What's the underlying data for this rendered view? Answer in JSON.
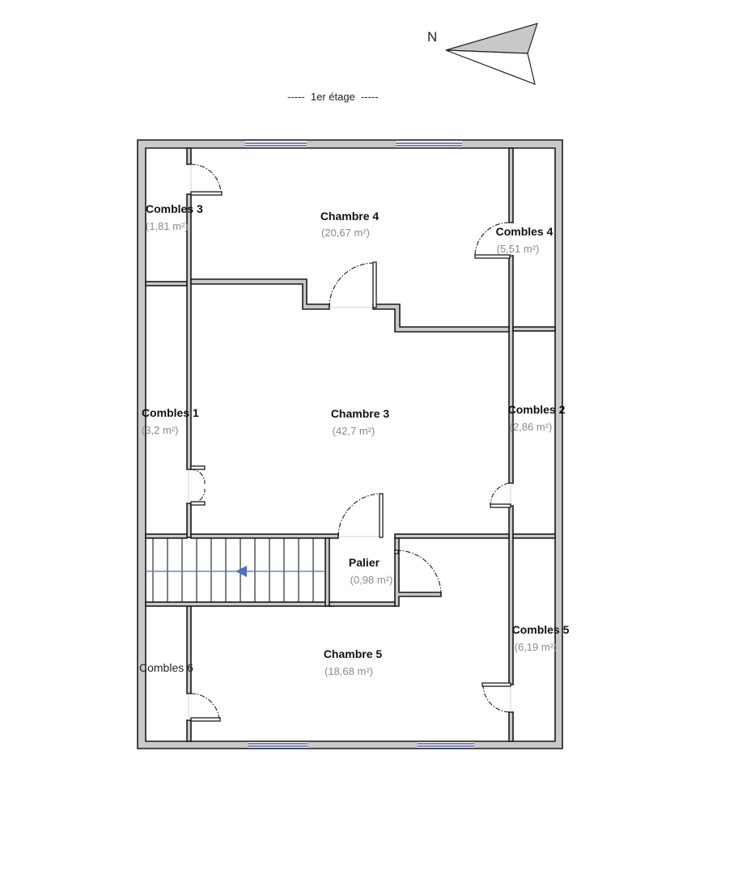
{
  "north_label": "N",
  "floor_label": "-----  1er étage  -----",
  "colors": {
    "wall_fill": "#c9c9c9",
    "wall_stroke": "#1a1a1a",
    "window": "#33378a",
    "stair_arrow": "#4a6fd0",
    "area_text": "#8a8a8a"
  },
  "rooms": {
    "combles3": {
      "name": "Combles 3",
      "area": "(1,81 m²)"
    },
    "chambre4": {
      "name": "Chambre 4",
      "area": "(20,67 m²)"
    },
    "combles4": {
      "name": "Combles 4",
      "area": "(5,51 m²)"
    },
    "combles1": {
      "name": "Combles 1",
      "area": "(3,2 m²)"
    },
    "chambre3": {
      "name": "Chambre 3",
      "area": "(42,7 m²)"
    },
    "combles2": {
      "name": "Combles 2",
      "area": "(2,86 m²)"
    },
    "palier": {
      "name": "Palier",
      "area": "(0,98 m²)"
    },
    "combles5": {
      "name": "Combles 5",
      "area": "(6,19 m²)"
    },
    "chambre5": {
      "name": "Chambre 5",
      "area": "(18,68 m²)"
    },
    "combles6": {
      "name": "Combles 6"
    }
  }
}
